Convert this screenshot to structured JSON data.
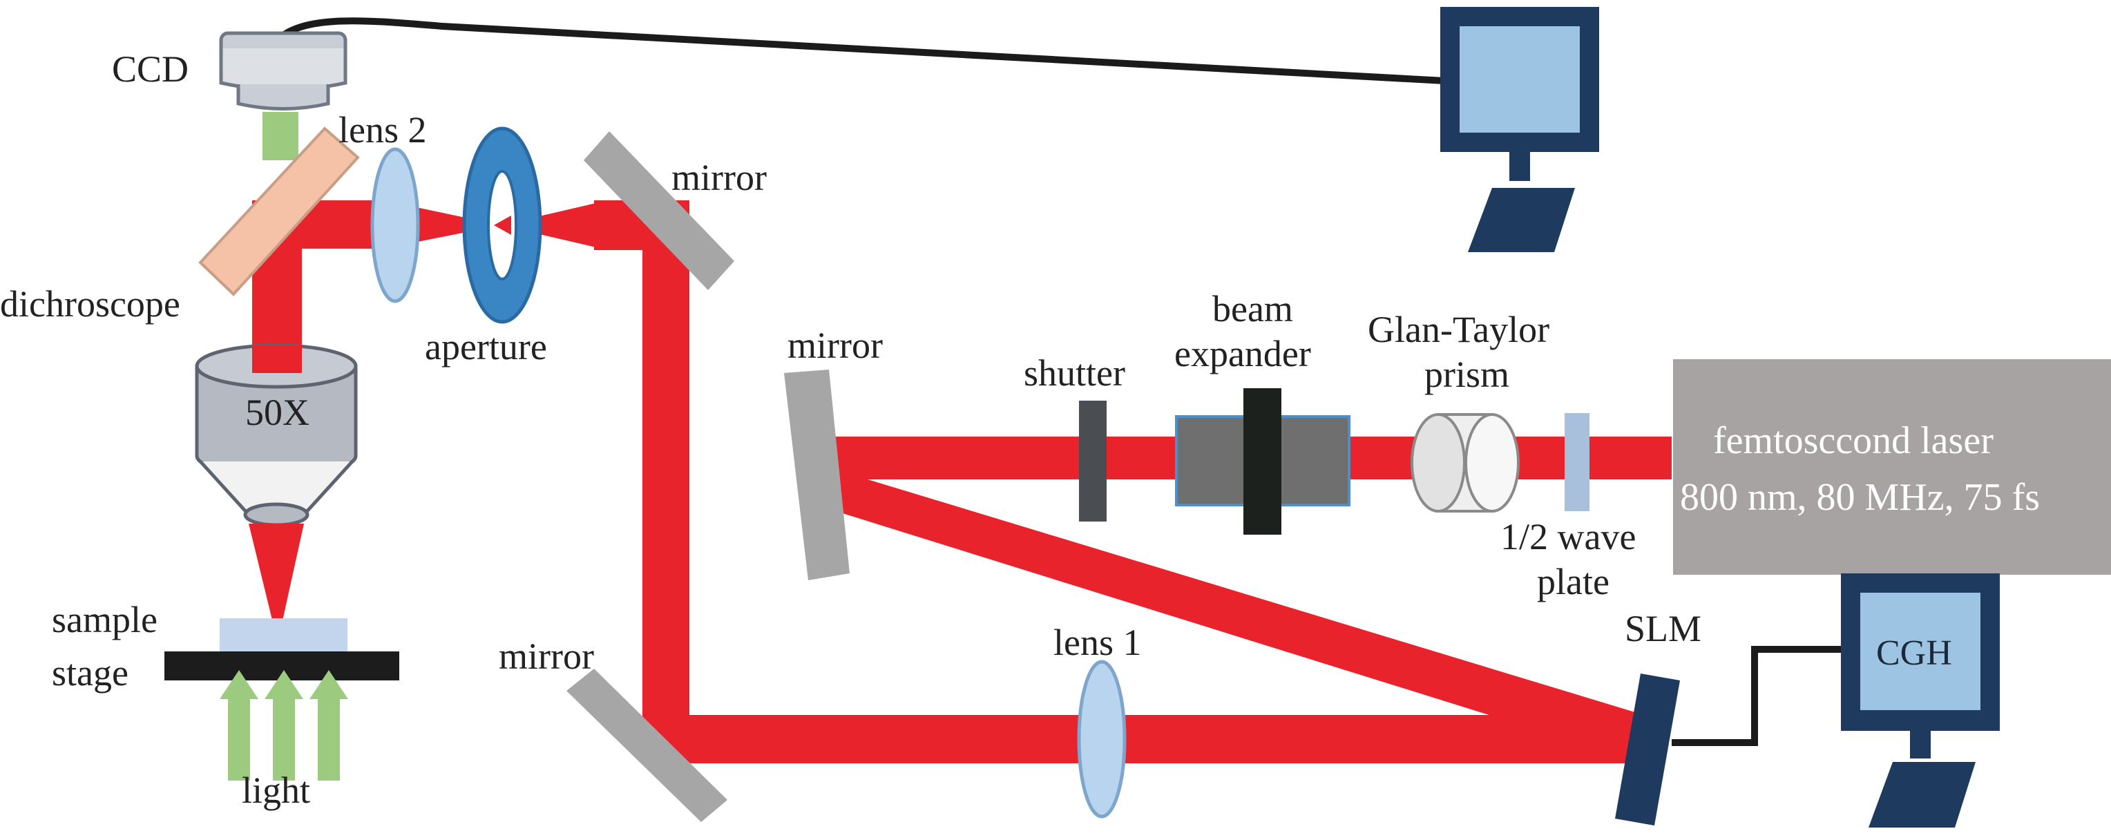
{
  "labels": {
    "ccd": "CCD",
    "lens2": "lens 2",
    "mirror_top": "mirror",
    "dichroscope": "dichroscope",
    "aperture": "aperture",
    "objective": "50X",
    "sample_stage_1": "sample",
    "sample_stage_2": "stage",
    "light": "light",
    "mirror_bottom": "mirror",
    "mirror_mid": "mirror",
    "shutter": "shutter",
    "beam_expander_1": "beam",
    "beam_expander_2": "expander",
    "glan_taylor_1": "Glan-Taylor",
    "glan_taylor_2": "prism",
    "laser_1": "femtosccond laser",
    "laser_2": "800 nm, 80 MHz, 75 fs",
    "waveplate_1": "1/2 wave",
    "waveplate_2": "plate",
    "lens1": "lens 1",
    "slm": "SLM",
    "cgh": "CGH"
  },
  "colors": {
    "beam": "#e8232b",
    "mirror": "#a6a6a6",
    "monitor_frame": "#1f3a5f",
    "monitor_screen": "#9ec4e4",
    "lens": "#b8d4ee",
    "aperture": "#3a85c4",
    "dichroscope": "#f5c2a8",
    "green_light": "#9cca7e",
    "laser_box": "#a7a3a2"
  }
}
